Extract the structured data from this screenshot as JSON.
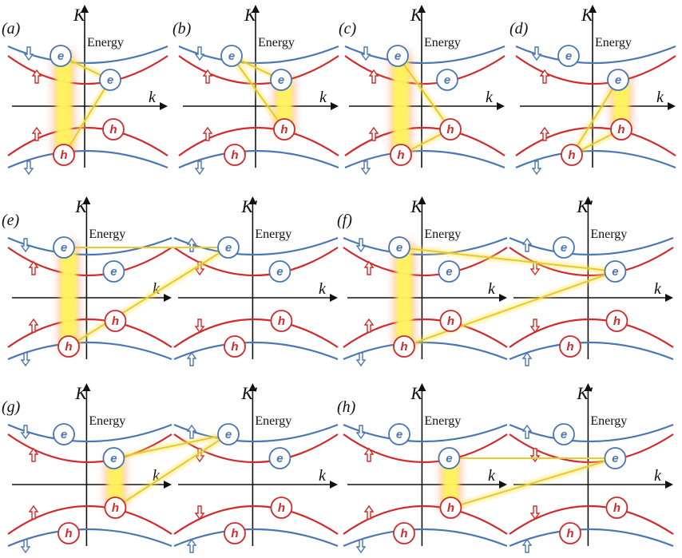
{
  "colors": {
    "blue_band": "#4a77b4",
    "red_band": "#d12a2a",
    "electron_stroke": "#4a77b4",
    "hole_stroke": "#d12a2a",
    "link": "#f1d63a",
    "glow": "#ffe45a",
    "vertical_glow": "#fff45c",
    "halo": "#ff6a2a"
  },
  "axis_labels": {
    "energy": "Energy",
    "k": "k",
    "valley_K": "K",
    "valley_Kprime": "K′"
  },
  "particles": {
    "electron": "e",
    "hole": "h"
  },
  "spin_icons": {
    "up": "spin-up-arrow-icon",
    "down": "spin-down-arrow-icon"
  },
  "panels": [
    {
      "id": "a",
      "tag": "(a)"
    },
    {
      "id": "b",
      "tag": "(b)"
    },
    {
      "id": "c",
      "tag": "(c)"
    },
    {
      "id": "d",
      "tag": "(d)"
    },
    {
      "id": "e",
      "tag": "(e)"
    },
    {
      "id": "f",
      "tag": "(f)"
    },
    {
      "id": "g",
      "tag": "(g)"
    },
    {
      "id": "h",
      "tag": "(h)"
    }
  ]
}
